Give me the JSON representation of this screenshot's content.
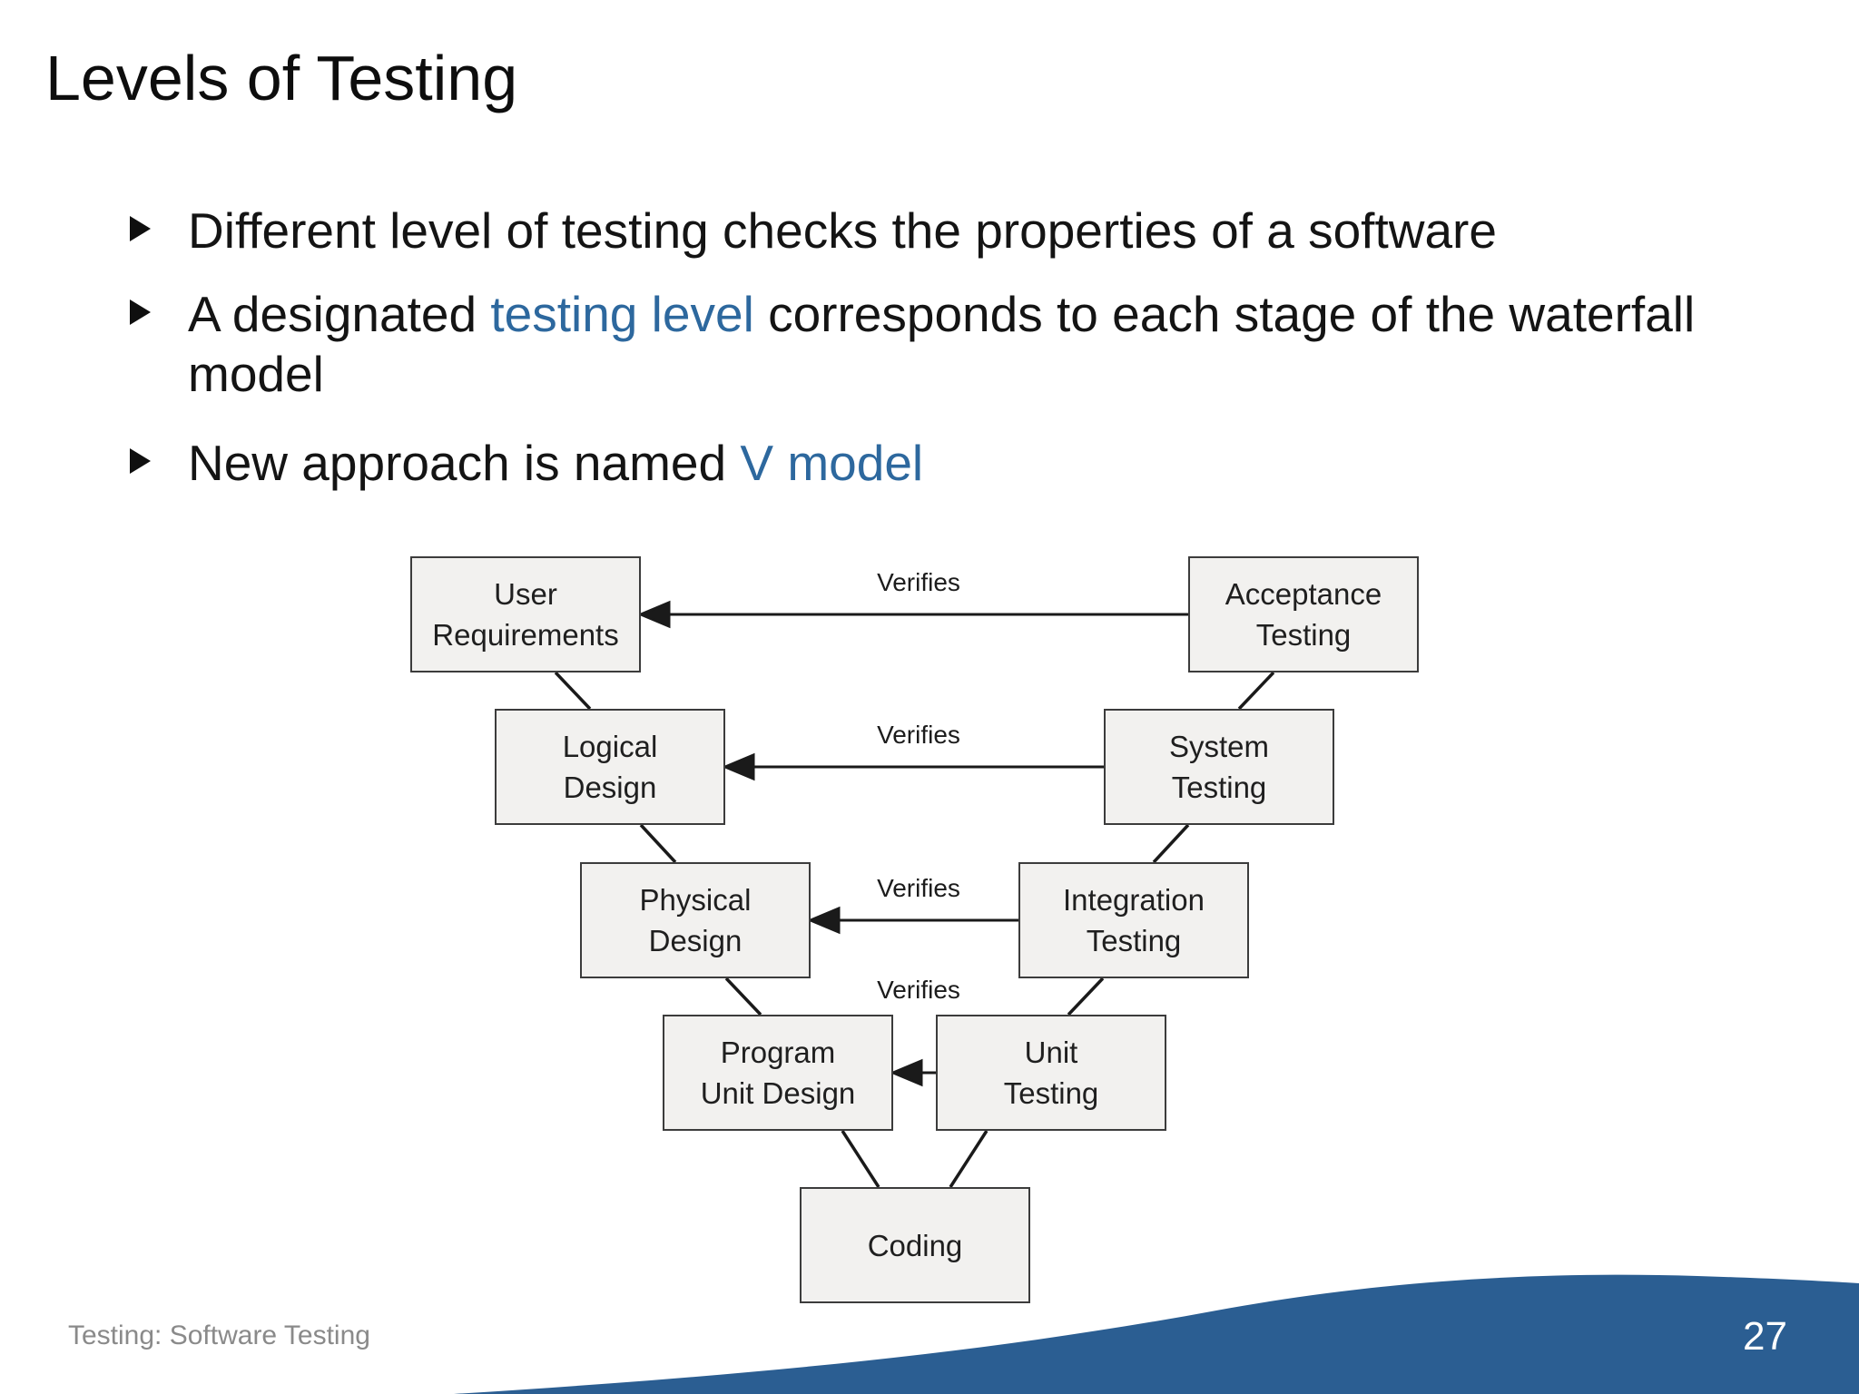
{
  "slide": {
    "title": "Levels of Testing",
    "footer": "Testing: Software Testing",
    "page_number": "27"
  },
  "bullets": [
    {
      "parts": [
        {
          "text": "Different level of testing checks the properties of a software"
        }
      ]
    },
    {
      "parts": [
        {
          "text": "A designated "
        },
        {
          "text": "testing level"
        },
        {
          "text": " corresponds to each stage of the waterfall model"
        }
      ]
    },
    {
      "parts": [
        {
          "text": "New approach is named "
        },
        {
          "text": "V model"
        }
      ]
    }
  ],
  "diagram": {
    "boxes": [
      {
        "id": "user-requirements",
        "line1": "User",
        "line2": "Requirements"
      },
      {
        "id": "acceptance-testing",
        "line1": "Acceptance",
        "line2": "Testing"
      },
      {
        "id": "logical-design",
        "line1": "Logical",
        "line2": "Design"
      },
      {
        "id": "system-testing",
        "line1": "System",
        "line2": "Testing"
      },
      {
        "id": "physical-design",
        "line1": "Physical",
        "line2": "Design"
      },
      {
        "id": "integration-testing",
        "line1": "Integration",
        "line2": "Testing"
      },
      {
        "id": "program-unit-design",
        "line1": "Program",
        "line2": "Unit Design"
      },
      {
        "id": "unit-testing",
        "line1": "Unit",
        "line2": "Testing"
      },
      {
        "id": "coding",
        "line1": "Coding"
      }
    ],
    "verifies": [
      "Verifies",
      "Verifies",
      "Verifies",
      "Verifies"
    ]
  },
  "colors": {
    "accent_text": "#2d689e",
    "wave_blue": "#2b5e92",
    "box_fill": "#f2f1ef",
    "box_border": "#3c3c3c",
    "footer_gray": "#8a8a8a"
  }
}
